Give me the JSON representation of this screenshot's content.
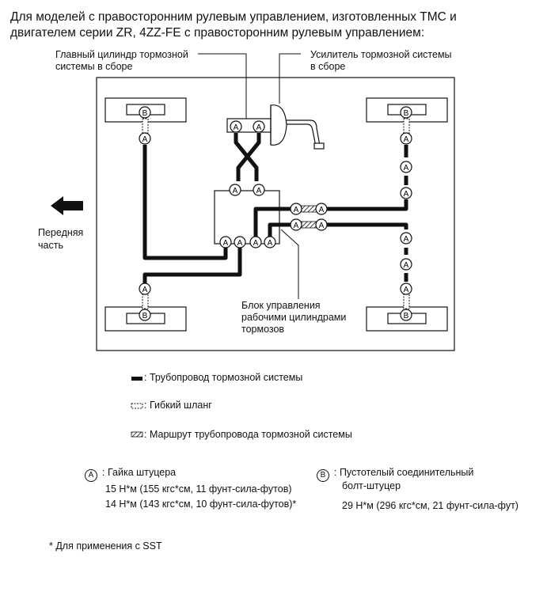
{
  "heading": {
    "line1": "Для моделей с правосторонним рулевым управлением, изготовленных TMC и",
    "line2": "двигателем серии ZR, 4ZZ-FE с правосторонним рулевым управлением:"
  },
  "callouts": {
    "master_cylinder": [
      "Главный цилиндр тормозной",
      "системы в сборе"
    ],
    "booster": [
      "Усилитель тормозной системы",
      "в сборе"
    ],
    "front": [
      "Передняя",
      "часть"
    ],
    "actuator": [
      "Блок управления",
      "рабочими цилиндрами",
      "тормозов"
    ]
  },
  "marker_letters": {
    "a": "A",
    "b": "B"
  },
  "legend": {
    "brake_line": ": Трубопровод тормозной системы",
    "flex_hose": ": Гибкий шланг",
    "route": ": Маршрут трубопровода тормозной системы"
  },
  "specs": {
    "a_title": ": Гайка штуцера",
    "a_torque1": "15 Н*м (155 кгс*см, 11 фунт-сила-футов)",
    "a_torque2": "14 Н*м (143 кгс*см, 10 фунт-сила-футов)*",
    "b_title1": ": Пустотелый соединительный",
    "b_title2": "болт-штуцер",
    "b_torque": "29 Н*м (296 кгс*см, 21 фунт-сила-фут)"
  },
  "footnote": "* Для применения с SST",
  "colors": {
    "line": "#111111",
    "background": "#ffffff"
  }
}
